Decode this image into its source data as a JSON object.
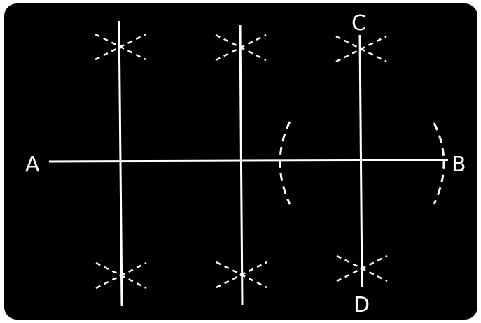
{
  "figure": {
    "background": "#000000",
    "stroke_color": "#ffffff",
    "labels": {
      "a": "A",
      "b": "B",
      "c": "C",
      "d": "D"
    }
  }
}
